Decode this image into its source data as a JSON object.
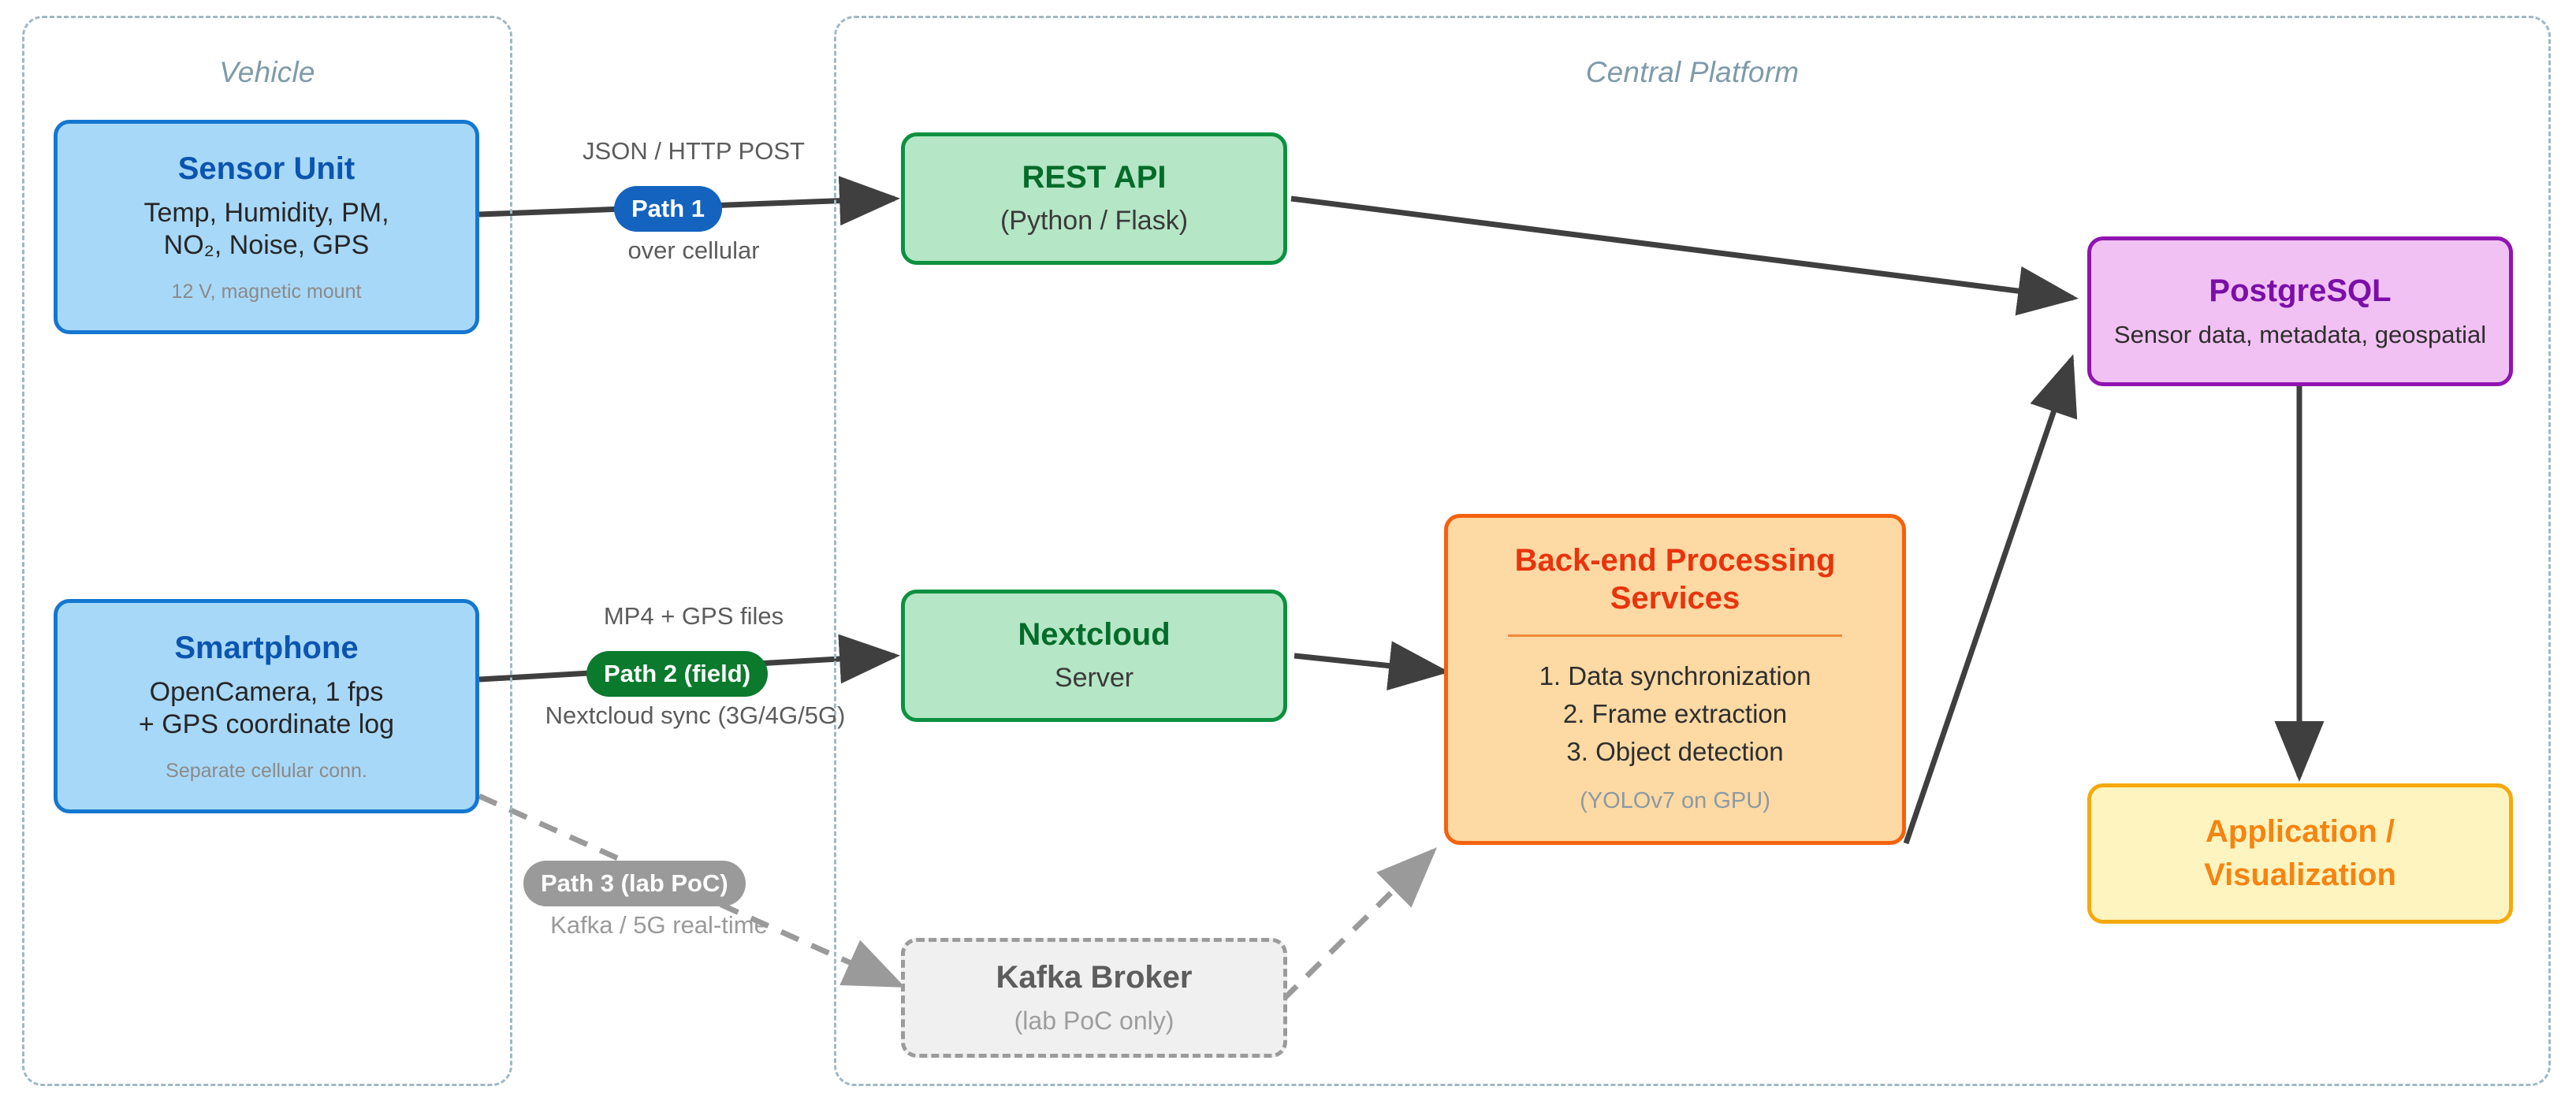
{
  "diagram": {
    "groups": [
      {
        "id": "vehicle",
        "label": "Vehicle"
      },
      {
        "id": "central",
        "label": "Central Platform"
      }
    ],
    "nodes": {
      "sensor_unit": {
        "title": "Sensor Unit",
        "line1": "Temp, Humidity, PM,",
        "line2": "NO₂, Noise, GPS",
        "note": "12 V, magnetic mount"
      },
      "smartphone": {
        "title": "Smartphone",
        "line1": "OpenCamera, 1 fps",
        "line2": "+ GPS coordinate log",
        "note": "Separate cellular conn."
      },
      "rest_api": {
        "title": "REST API",
        "sub": "(Python / Flask)"
      },
      "nextcloud": {
        "title": "Nextcloud",
        "sub": "Server"
      },
      "kafka": {
        "title": "Kafka Broker",
        "sub": "(lab PoC only)"
      },
      "backend": {
        "title_line1": "Back-end Processing",
        "title_line2": "Services",
        "steps": [
          "1. Data synchronization",
          "2. Frame extraction",
          "3. Object detection"
        ],
        "note": "(YOLOv7 on GPU)"
      },
      "postgres": {
        "title": "PostgreSQL",
        "sub": "Sensor data, metadata, geospatial"
      },
      "application": {
        "title_line1": "Application /",
        "title_line2": "Visualization"
      }
    },
    "edges": {
      "path1": {
        "above": "JSON / HTTP POST",
        "badge": "Path 1",
        "below": "over cellular"
      },
      "path2": {
        "above": "MP4 + GPS files",
        "badge": "Path 2 (field)",
        "below": "Nextcloud sync (3G/4G/5G)"
      },
      "path3": {
        "badge": "Path 3 (lab PoC)",
        "below": "Kafka / 5G real-time"
      }
    },
    "colors": {
      "group_border": "#9fb8c4",
      "group_label": "#7f9aa8",
      "blue_fill": "#a8d8f8",
      "blue_border": "#1477cf",
      "blue_text": "#0b55b0",
      "green_fill": "#b5e6c6",
      "green_border": "#0c9140",
      "green_text": "#036c2a",
      "orange_fill": "#fdd9a4",
      "orange_border": "#f4620e",
      "orange_text": "#e8340c",
      "purple_fill": "#f1c1f3",
      "purple_border": "#9014b1",
      "purple_text": "#7a0fa8",
      "yellow_fill": "#fdf4bf",
      "yellow_border": "#f4a90c",
      "yellow_text": "#f58410",
      "grey_fill": "#f0f0f0",
      "grey_border": "#9b9b9b",
      "arrow_solid": "#3f3f3f",
      "arrow_dashed": "#9a9a9a",
      "badge_blue": "#1464bf",
      "badge_green": "#0b7a2d",
      "badge_grey": "#9a9a9a"
    }
  }
}
